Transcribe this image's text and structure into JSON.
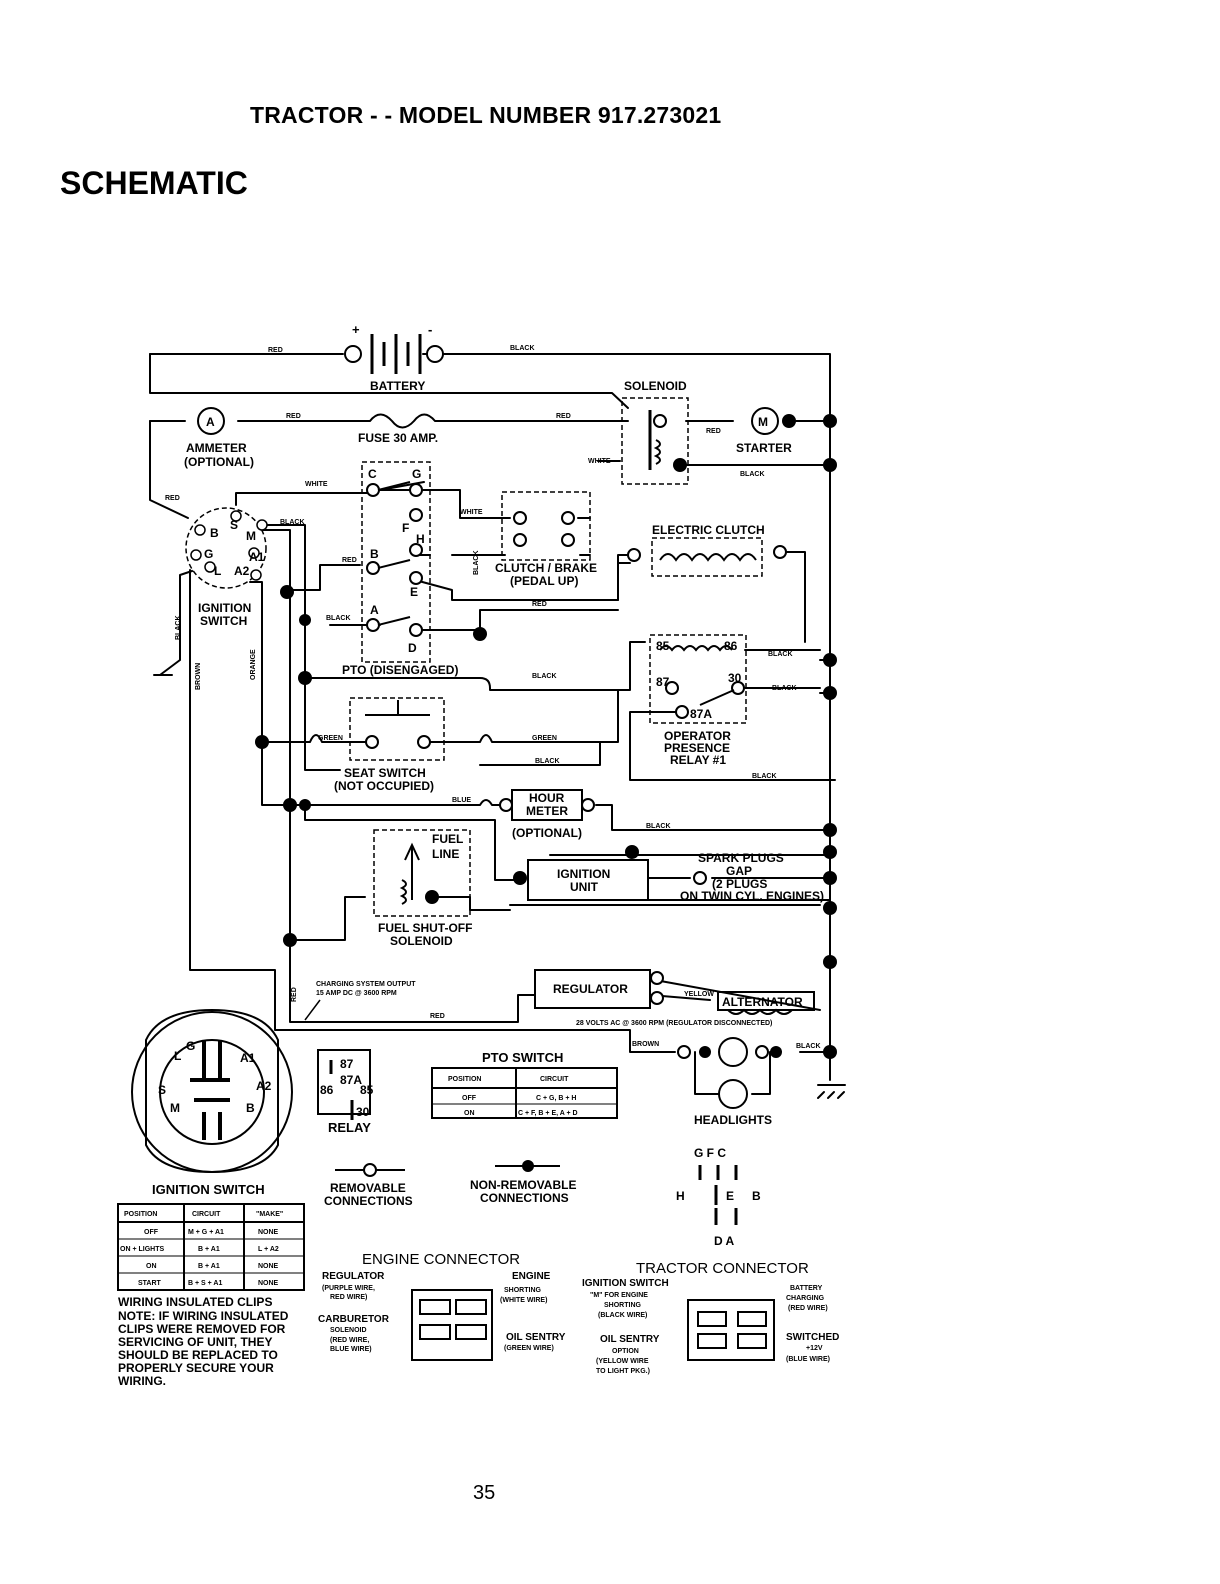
{
  "header": "TRACTOR - - MODEL NUMBER 917.273021",
  "title": "SCHEMATIC",
  "page_number": "35",
  "components": {
    "battery": "BATTERY",
    "battery_plus": "+",
    "battery_minus": "-",
    "solenoid": "SOLENOID",
    "ammeter": "AMMETER",
    "ammeter_optional": "(OPTIONAL)",
    "ammeter_symbol": "A",
    "fuse": "FUSE 30 AMP.",
    "starter": "STARTER",
    "starter_symbol": "M",
    "electric_clutch": "ELECTRIC CLUTCH",
    "clutch_brake_1": "CLUTCH / BRAKE",
    "clutch_brake_2": "(PEDAL UP)",
    "ignition_switch_1": "IGNITION",
    "ignition_switch_2": "SWITCH",
    "pto_disengaged": "PTO (DISENGAGED)",
    "operator_relay_1": "OPERATOR",
    "operator_relay_2": "PRESENCE",
    "operator_relay_3": "RELAY #1",
    "seat_switch_1": "SEAT SWITCH",
    "seat_switch_2": "(NOT OCCUPIED)",
    "hour_meter_1": "HOUR",
    "hour_meter_2": "METER",
    "hour_meter_3": "(OPTIONAL)",
    "fuel_line_1": "FUEL",
    "fuel_line_2": "LINE",
    "fuel_solenoid_1": "FUEL SHUT-OFF",
    "fuel_solenoid_2": "SOLENOID",
    "ignition_unit_1": "IGNITION",
    "ignition_unit_2": "UNIT",
    "spark_plugs_1": "SPARK PLUGS",
    "spark_plugs_2": "GAP",
    "spark_plugs_3": "(2 PLUGS",
    "spark_plugs_4": "ON TWIN CYL. ENGINES)",
    "regulator": "REGULATOR",
    "alternator": "ALTERNATOR",
    "charging_1": "CHARGING SYSTEM OUTPUT",
    "charging_2": "15 AMP DC @ 3600 RPM",
    "alternator_ac": "28 VOLTS AC @ 3600 RPM (REGULATOR DISCONNECTED)",
    "headlights": "HEADLIGHTS",
    "relay": "RELAY"
  },
  "wire_labels": {
    "red": "RED",
    "black": "BLACK",
    "white": "WHITE",
    "green": "GREEN",
    "blue": "BLUE",
    "yellow": "YELLOW",
    "brown": "BROWN",
    "orange": "ORANGE"
  },
  "terminals": {
    "ign_b": "B",
    "ign_s": "S",
    "ign_m": "M",
    "ign_g": "G",
    "ign_a1": "A1",
    "ign_l": "L",
    "ign_a2": "A2",
    "pto_c": "C",
    "pto_g": "G",
    "pto_f": "F",
    "pto_h": "H",
    "pto_b": "B",
    "pto_e": "E",
    "pto_a": "A",
    "pto_d": "D",
    "r85": "85",
    "r86": "86",
    "r87": "87",
    "r30": "30",
    "r87a": "87A",
    "sw_a1": "A1",
    "sw_a2": "A2",
    "sw_s": "S",
    "sw_m": "M",
    "sw_b": "B",
    "sw_g": "G",
    "sw_l": "L",
    "rl_87": "87",
    "rl_87a": "87A",
    "rl_86": "86",
    "rl_85": "85",
    "rl_30": "30"
  },
  "pto_switch_table": {
    "title": "PTO SWITCH",
    "headers": [
      "POSITION",
      "CIRCUIT"
    ],
    "rows": [
      [
        "OFF",
        "C + G, B + H"
      ],
      [
        "ON",
        "C + F, B + E, A + D"
      ]
    ]
  },
  "ignition_switch_table": {
    "title": "IGNITION SWITCH",
    "headers": [
      "POSITION",
      "CIRCUIT",
      "\"MAKE\""
    ],
    "rows": [
      [
        "OFF",
        "M + G + A1",
        "NONE"
      ],
      [
        "ON + LIGHTS",
        "B + A1",
        "L + A2"
      ],
      [
        "ON",
        "B + A1",
        "NONE"
      ],
      [
        "START",
        "B + S + A1",
        "NONE"
      ]
    ]
  },
  "legend": {
    "removable": [
      "REMOVABLE",
      "CONNECTIONS"
    ],
    "non_removable": [
      "NON-REMOVABLE",
      "CONNECTIONS"
    ]
  },
  "connector_letters": {
    "top": "G F C",
    "h": "H",
    "e": "E",
    "b": "B",
    "bottom": "D A"
  },
  "wiring_note": {
    "title": "WIRING INSULATED CLIPS",
    "lines": [
      "NOTE: IF WIRING INSULATED",
      "CLIPS WERE REMOVED FOR",
      "SERVICING OF UNIT, THEY",
      "SHOULD BE REPLACED TO",
      "PROPERLY SECURE YOUR",
      "WIRING."
    ]
  },
  "engine_connector": {
    "title": "ENGINE CONNECTOR",
    "left": [
      "REGULATOR",
      "(PURPLE WIRE,",
      "RED WIRE)",
      "CARBURETOR",
      "SOLENOID",
      "(RED WIRE,",
      "BLUE WIRE)"
    ],
    "right": [
      "ENGINE",
      "SHORTING",
      "(WHITE WIRE)",
      "OIL SENTRY",
      "(GREEN WIRE)"
    ]
  },
  "tractor_connector": {
    "title": "TRACTOR CONNECTOR",
    "left": [
      "IGNITION SWITCH",
      "\"M\" FOR ENGINE",
      "SHORTING",
      "(BLACK WIRE)",
      "OIL SENTRY",
      "OPTION",
      "(YELLOW WIRE",
      "TO LIGHT PKG.)"
    ],
    "right": [
      "BATTERY",
      "CHARGING",
      "(RED WIRE)",
      "SWITCHED",
      "+12V",
      "(BLUE WIRE)"
    ]
  }
}
